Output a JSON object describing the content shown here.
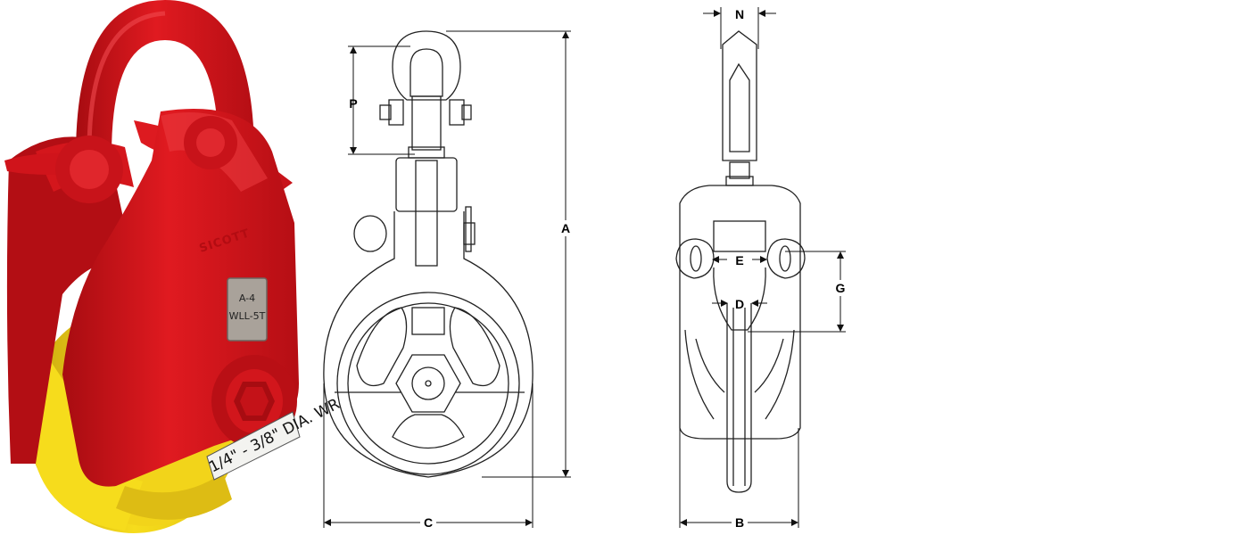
{
  "photo": {
    "brand": "SICOTT",
    "plate_line1": "A-4",
    "plate_line2": "WLL-5T",
    "tag": "1/4\" - 3/8\" DIA. WR",
    "colors": {
      "body_red": "#d8141b",
      "body_red_dark": "#a70c11",
      "sheave_yellow": "#f6dc1c",
      "sheave_shadow": "#c9a70f"
    }
  },
  "front_view": {
    "dims": {
      "P": "P",
      "A": "A",
      "C": "C"
    }
  },
  "side_view": {
    "dims": {
      "N": "N",
      "E": "E",
      "G": "G",
      "D": "D",
      "B": "B"
    }
  }
}
